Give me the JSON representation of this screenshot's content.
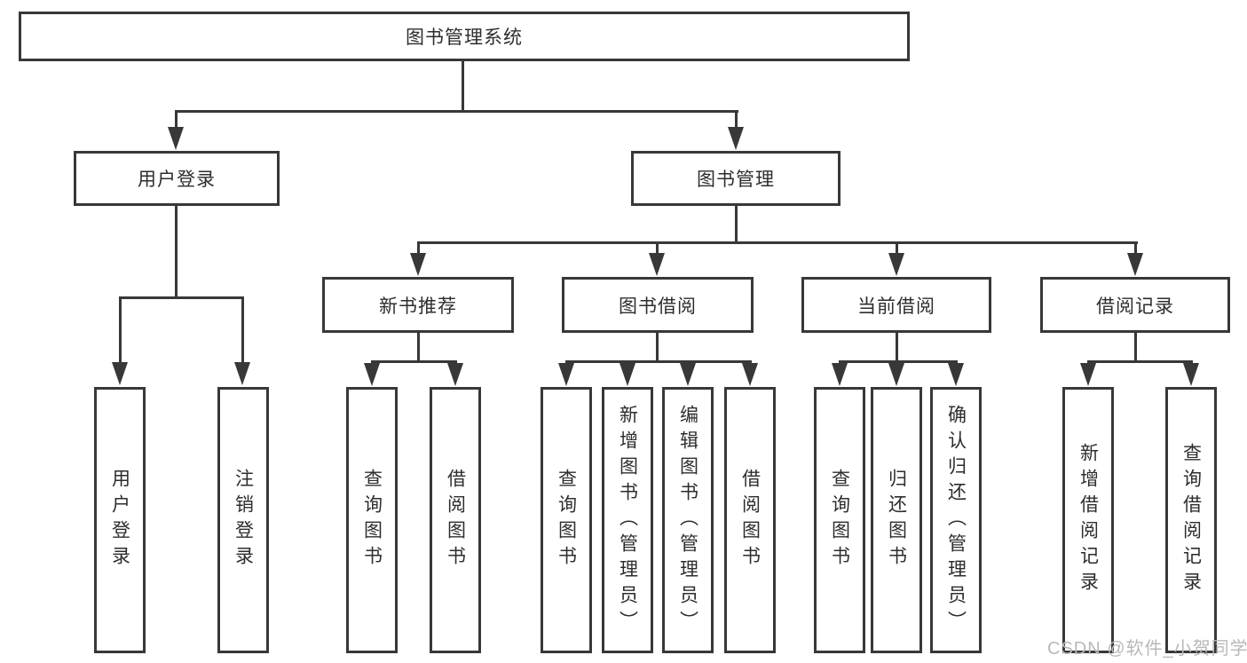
{
  "tree": {
    "root": {
      "label": "图书管理系统"
    },
    "level2": [
      {
        "label": "用户登录",
        "children": [
          {
            "label": "用户登录"
          },
          {
            "label": "注销登录"
          }
        ]
      },
      {
        "label": "图书管理",
        "children": [
          {
            "label": "新书推荐",
            "children": [
              {
                "label": "查询图书"
              },
              {
                "label": "借阅图书"
              }
            ]
          },
          {
            "label": "图书借阅",
            "children": [
              {
                "label": "查询图书"
              },
              {
                "label": "新增图书（管理员）"
              },
              {
                "label": "编辑图书（管理员）"
              },
              {
                "label": "借阅图书"
              }
            ]
          },
          {
            "label": "当前借阅",
            "children": [
              {
                "label": "查询图书"
              },
              {
                "label": "归还图书"
              },
              {
                "label": "确认归还（管理员）"
              }
            ]
          },
          {
            "label": "借阅记录",
            "children": [
              {
                "label": "新增借阅记录"
              },
              {
                "label": "查询借阅记录"
              }
            ]
          }
        ]
      }
    ]
  },
  "watermark": {
    "text": "CSDN @软件_小贺同学"
  },
  "colors": {
    "line": "#383838",
    "text": "#2d2d2d",
    "bg": "#ffffff",
    "watermark": "#b8b8b8"
  }
}
